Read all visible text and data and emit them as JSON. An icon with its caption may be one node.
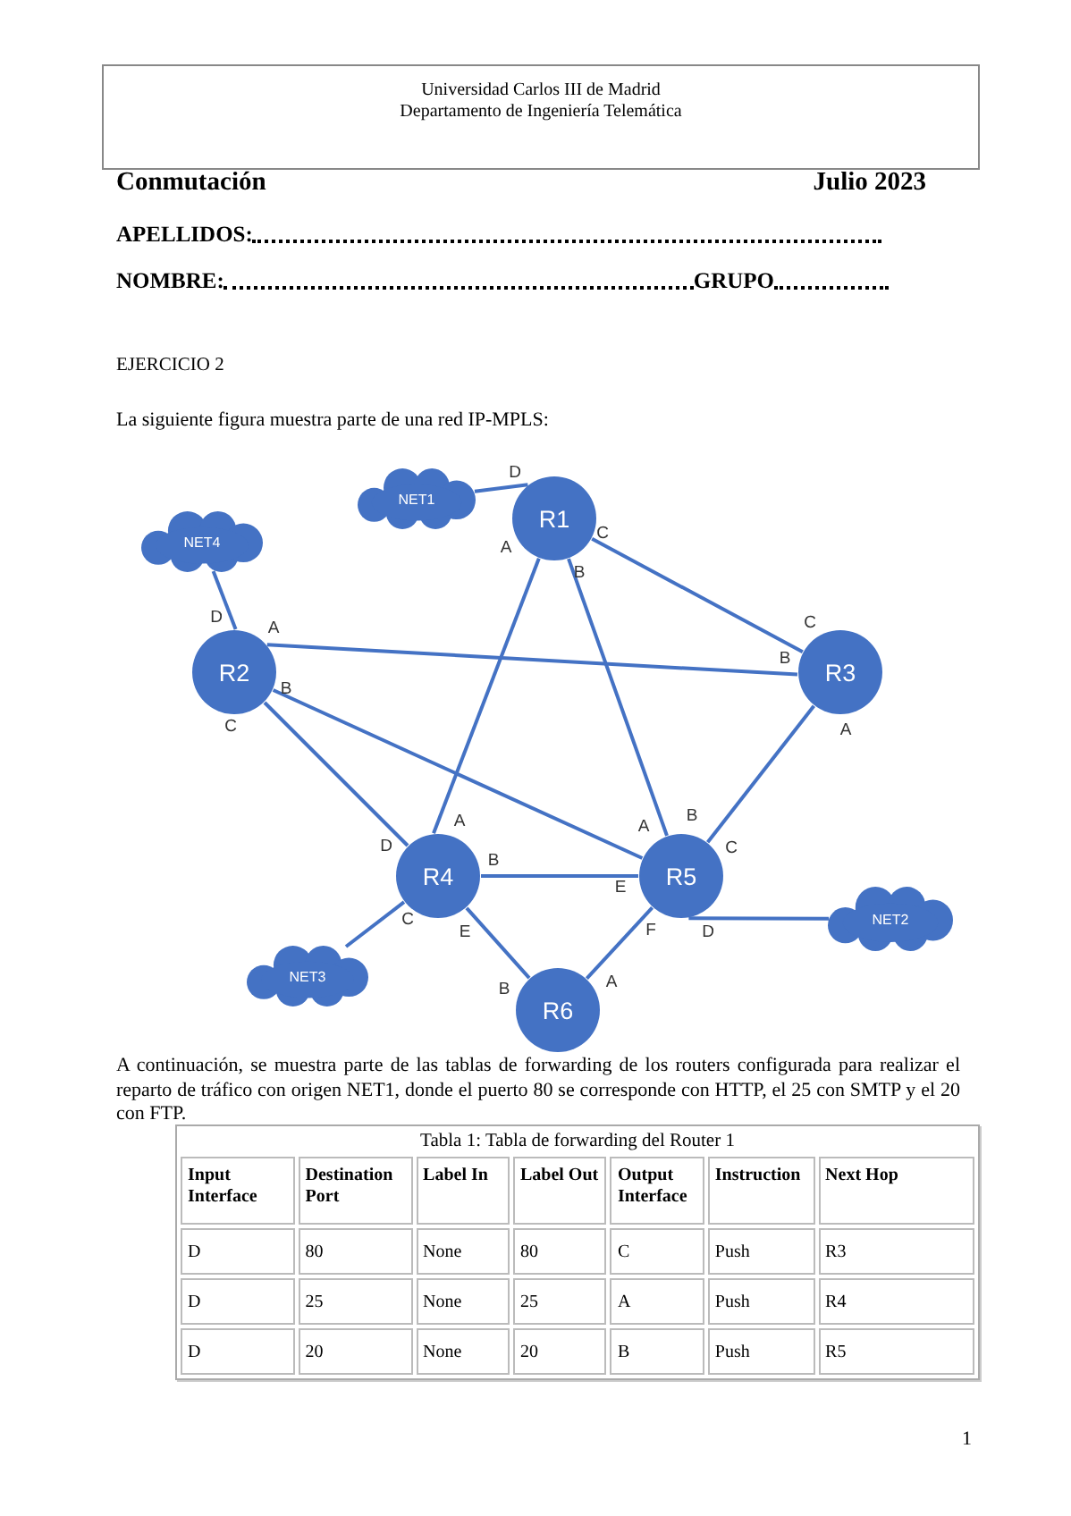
{
  "diagram": {
    "nodes": [
      {
        "text": [
          "NET1"
        ]
      },
      {
        "text": [
          "R1"
        ],
        "beside": [
          "D",
          "C",
          "A",
          "B"
        ]
      },
      {
        "text": [
          "NET4"
        ]
      },
      {
        "text": [
          "R2"
        ],
        "beside": [
          "D",
          "A",
          "B",
          "C"
        ]
      },
      {
        "text": [
          "R3"
        ],
        "beside": [
          "C",
          "B",
          "A"
        ]
      },
      {
        "text": [
          "R4"
        ],
        "beside": [
          "A",
          "D",
          "B",
          "C",
          "E"
        ]
      },
      {
        "text": [
          "R5"
        ],
        "beside": [
          "B",
          "A",
          "C",
          "E",
          "F",
          "D"
        ]
      },
      {
        "text": [
          "NET2"
        ]
      },
      {
        "text": [
          "NET3"
        ]
      },
      {
        "text": [
          "R6"
        ],
        "beside": [
          "A",
          "B"
        ]
      }
    ],
    "edges": [
      {
        "from": 0,
        "to": 1,
        "arrow": "none"
      },
      {
        "from": 2,
        "to": 3,
        "arrow": "none"
      },
      {
        "from": 1,
        "to": 4,
        "arrow": "none"
      },
      {
        "from": 1,
        "to": 5,
        "arrow": "none"
      },
      {
        "from": 1,
        "to": 6,
        "arrow": "none"
      },
      {
        "from": 3,
        "to": 4,
        "arrow": "none"
      },
      {
        "from": 3,
        "to": 6,
        "arrow": "none"
      },
      {
        "from": 3,
        "to": 5,
        "arrow": "none"
      },
      {
        "from": 4,
        "to": 6,
        "arrow": "none"
      },
      {
        "from": 5,
        "to": 6,
        "arrow": "none"
      },
      {
        "from": 5,
        "to": 8,
        "arrow": "none"
      },
      {
        "from": 5,
        "to": 9,
        "arrow": "none"
      },
      {
        "from": 6,
        "to": 9,
        "arrow": "none"
      },
      {
        "from": 6,
        "to": 7,
        "arrow": "none"
      }
    ],
    "labels": [
      "Universidad Carlos III de Madrid",
      "Departamento de Ingeniería Telemática",
      "Conmutación",
      "Julio 2023",
      "APELLIDOS:",
      "NOMBRE:",
      "GRUPO",
      "EJERCICIO 2",
      "La siguiente figura muestra parte de una red IP-MPLS:",
      "A continuación, se muestra parte de las tablas de forwarding de los routers configurada para realizar el reparto de tráfico con origen NET1, donde el puerto 80 se corresponde con HTTP, el 25 con SMTP y el 20 con FTP.",
      "Tabla 1: Tabla de forwarding del Router 1",
      "Input Interface",
      "Destination Port",
      "Label In",
      "Label Out",
      "Output Interface",
      "Instruction",
      "Next Hop",
      "D",
      "80",
      "None",
      "80",
      "C",
      "Push",
      "R3",
      "D",
      "25",
      "None",
      "25",
      "A",
      "Push",
      "R4",
      "D",
      "20",
      "None",
      "20",
      "B",
      "Push",
      "R5",
      "1"
    ]
  }
}
